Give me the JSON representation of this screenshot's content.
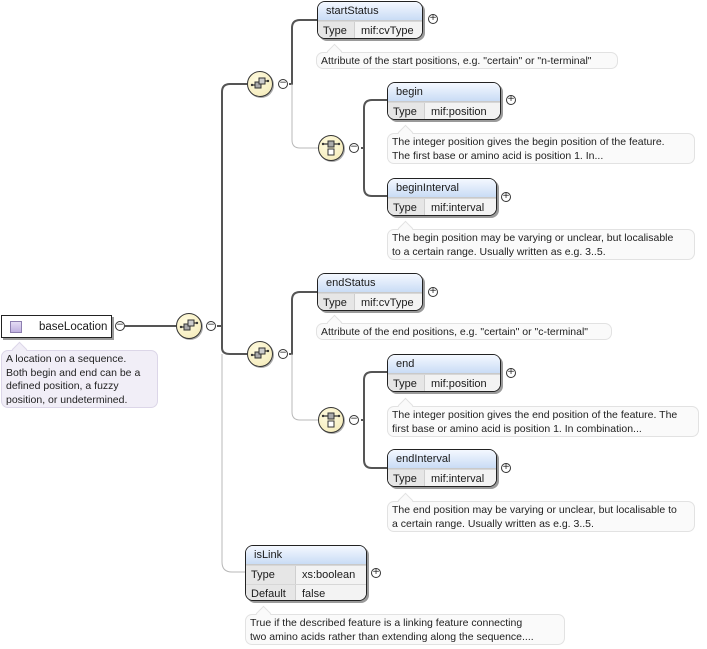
{
  "root": {
    "name": "baseLocation",
    "documentation": "A location on a sequence.\nBoth begin and end can be a\ndefined position, a fuzzy\nposition, or undetermined.",
    "toggle": "collapse"
  },
  "compositors": {
    "main": {
      "kind": "sequence",
      "toggle": "collapse"
    },
    "start_group": {
      "kind": "sequence",
      "toggle": "collapse"
    },
    "start_choice": {
      "kind": "choice",
      "toggle": "collapse"
    },
    "end_group": {
      "kind": "sequence",
      "toggle": "collapse"
    },
    "end_choice": {
      "kind": "choice",
      "toggle": "collapse"
    }
  },
  "elements": {
    "startStatus": {
      "name": "startStatus",
      "rows": [
        {
          "key": "Type",
          "value": "mif:cvType"
        }
      ],
      "documentation": "Attribute of the start positions, e.g. \"certain\" or \"n-terminal\"",
      "toggle": "expand"
    },
    "begin": {
      "name": "begin",
      "rows": [
        {
          "key": "Type",
          "value": "mif:position"
        }
      ],
      "documentation": "The integer position gives the begin position of the feature.\nThe first base or amino acid is position 1. In...",
      "toggle": "expand"
    },
    "beginInterval": {
      "name": "beginInterval",
      "rows": [
        {
          "key": "Type",
          "value": "mif:interval"
        }
      ],
      "documentation": "The begin position may be varying or unclear, but localisable\nto a certain range. Usually written as e.g. 3..5.",
      "toggle": "expand"
    },
    "endStatus": {
      "name": "endStatus",
      "rows": [
        {
          "key": "Type",
          "value": "mif:cvType"
        }
      ],
      "documentation": "Attribute of the end positions, e.g. \"certain\" or \"c-terminal\"",
      "toggle": "expand"
    },
    "end": {
      "name": "end",
      "rows": [
        {
          "key": "Type",
          "value": "mif:position"
        }
      ],
      "documentation": "The integer position gives the end position of the feature. The\nfirst base or amino acid is position 1. In combination...",
      "toggle": "expand"
    },
    "endInterval": {
      "name": "endInterval",
      "rows": [
        {
          "key": "Type",
          "value": "mif:interval"
        }
      ],
      "documentation": "The end position may be varying or unclear, but localisable to\na certain range. Usually written as e.g. 3..5.",
      "toggle": "expand"
    },
    "isLink": {
      "name": "isLink",
      "rows": [
        {
          "key": "Type",
          "value": "xs:boolean"
        },
        {
          "key": "Default",
          "value": "false"
        }
      ],
      "documentation": "True if the described feature is a linking feature connecting\ntwo amino acids rather than extending along the sequence....",
      "toggle": "expand"
    }
  },
  "glyphs": {
    "expand": "+",
    "collapse": "−"
  },
  "colors": {
    "header_top": "#f4f8ff",
    "header_bottom": "#c9dcf5",
    "compositor_fill": "#f3e9b4",
    "root_swatch": "#bfb0e0"
  }
}
